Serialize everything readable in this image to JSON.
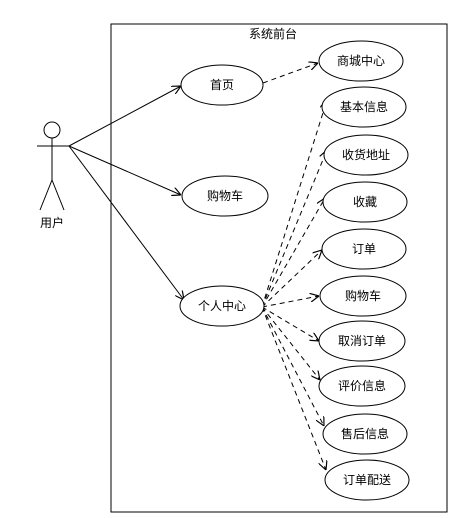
{
  "system": {
    "title": "系统前台"
  },
  "actor": {
    "label": "用户"
  },
  "use_cases": {
    "home": "首页",
    "cart": "购物车",
    "personal_center": "个人中心",
    "mall_center": "商城中心",
    "basic_info": "基本信息",
    "shipping_address": "收货地址",
    "favorites": "收藏",
    "orders": "订单",
    "pc_cart": "购物车",
    "cancel_order": "取消订单",
    "reviews": "评价信息",
    "after_sales": "售后信息",
    "order_delivery": "订单配送"
  }
}
